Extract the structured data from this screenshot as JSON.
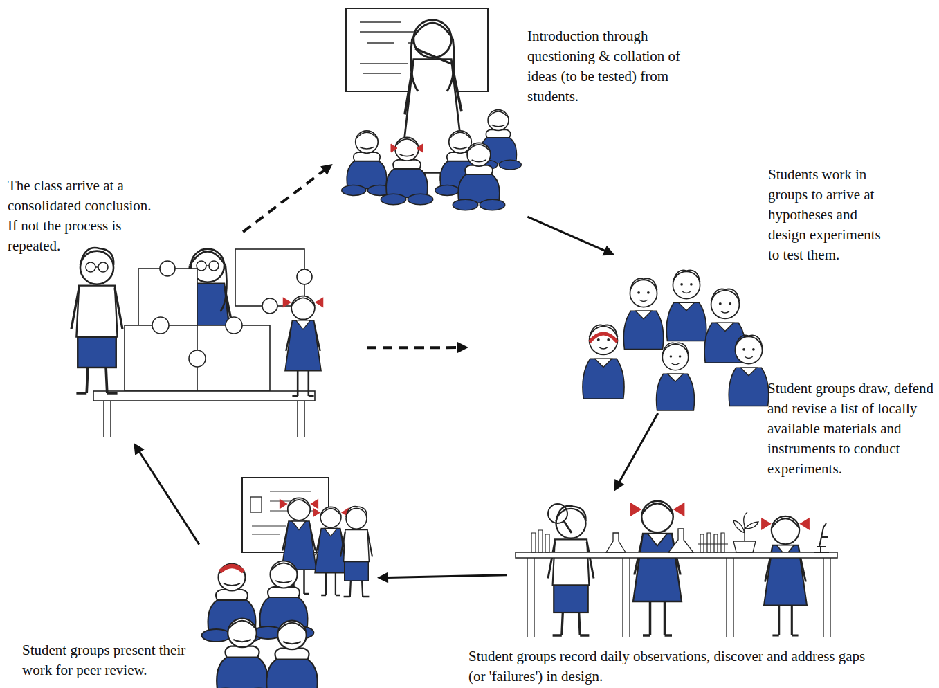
{
  "diagram": {
    "nodes": [
      {
        "text": [
          "Introduction through questioning & collation of ideas (to be tested) from students."
        ]
      },
      {
        "text": [
          "Students work in groups to arrive at hypotheses and design experiments to test them.",
          "Student groups draw, defend and revise a list of locally available materials and instruments to conduct experiments."
        ]
      },
      {
        "text": [
          "Student groups record daily observations, discover and address gaps (or 'failures') in design."
        ]
      },
      {
        "text": [
          "Student groups present their work for peer review."
        ]
      },
      {
        "text": [
          "The class arrive at a consolidated conclusion. If not the process is repeated."
        ]
      }
    ],
    "edges": [
      {
        "from": 0,
        "to": 1,
        "arrow": "to"
      },
      {
        "from": 1,
        "to": 2,
        "arrow": "to"
      },
      {
        "from": 2,
        "to": 3,
        "arrow": "to"
      },
      {
        "from": 3,
        "to": 4,
        "arrow": "to"
      },
      {
        "from": 4,
        "to": 0,
        "arrow": "to"
      },
      {
        "from": 4,
        "to": 1,
        "arrow": "to"
      }
    ]
  }
}
